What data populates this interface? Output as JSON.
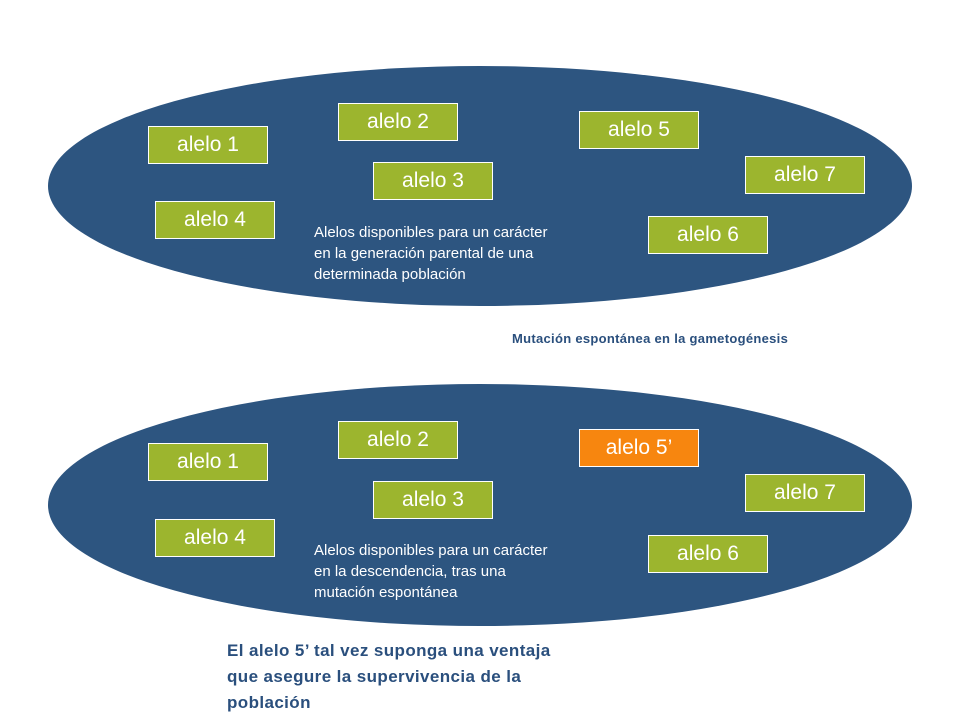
{
  "colors": {
    "ellipse_fill": "#2d5580",
    "allele_fill": "#9cb52e",
    "mutant_allele_fill": "#f7860f",
    "caption_text": "#ffffff",
    "accent_text": "#2a4f7d"
  },
  "top_population": {
    "alleles": [
      {
        "label": "alelo 1",
        "mutant": false
      },
      {
        "label": "alelo 2",
        "mutant": false
      },
      {
        "label": "alelo 3",
        "mutant": false
      },
      {
        "label": "alelo 4",
        "mutant": false
      },
      {
        "label": "alelo 5",
        "mutant": false
      },
      {
        "label": "alelo 6",
        "mutant": false
      },
      {
        "label": "alelo 7",
        "mutant": false
      }
    ],
    "caption_lines": [
      "Alelos disponibles para un carácter",
      "en la generación parental de una",
      "determinada población"
    ]
  },
  "mutation_label": "Mutación espontánea en la gametogénesis",
  "bottom_population": {
    "alleles": [
      {
        "label": "alelo 1",
        "mutant": false
      },
      {
        "label": "alelo 2",
        "mutant": false
      },
      {
        "label": "alelo 3",
        "mutant": false
      },
      {
        "label": "alelo 4",
        "mutant": false
      },
      {
        "label": "alelo 5’",
        "mutant": true
      },
      {
        "label": "alelo 6",
        "mutant": false
      },
      {
        "label": "alelo 7",
        "mutant": false
      }
    ],
    "caption_lines": [
      "Alelos disponibles para un carácter",
      "en la descendencia, tras una",
      "mutación espontánea"
    ]
  },
  "conclusion_lines": [
    "El alelo 5’ tal vez suponga una ventaja",
    "que asegure la supervivencia de la",
    "población"
  ]
}
